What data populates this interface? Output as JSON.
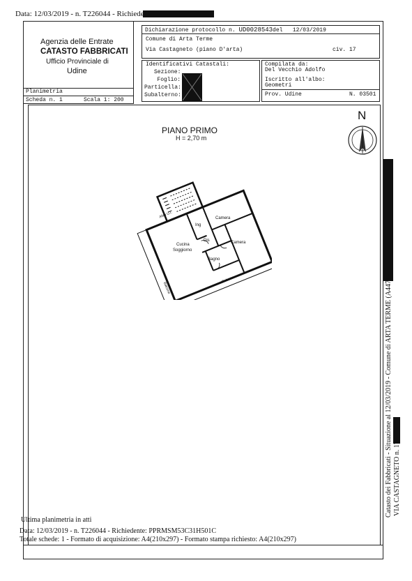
{
  "header": {
    "top_line": "Data: 12/03/2019 - n. T226044 - Richiedente:"
  },
  "agency": {
    "line1": "Agenzia delle Entrate",
    "line2": "CATASTO FABBRICATI",
    "line3": "Ufficio Provinciale di",
    "line4": "Udine"
  },
  "declaration": {
    "protocol_label": "Dichiarazione protocollo n.",
    "protocol_number": "UD0028543",
    "protocol_del": "del",
    "protocol_date": "12/03/2019",
    "comune": "Comune di Arta Terme",
    "address": "Via Castagneto (piano D'arta)",
    "civ": "civ. 17"
  },
  "identifiers": {
    "title": "Identificativi Catastali:",
    "sezione": "Sezione:",
    "foglio": "Foglio:",
    "particella": "Particella:",
    "subalterno": "Subalterno:"
  },
  "compiled": {
    "label": "Compilata da:",
    "name": "Del Vecchio Adolfo",
    "iscritto": "Iscritto all'albo:",
    "albo": "Geometri",
    "prov": "Prov. Udine",
    "numero": "N. 03501"
  },
  "planimetria": {
    "label": "Planimetria",
    "scheda": "Scheda n. 1",
    "scala": "Scala 1: 200"
  },
  "plan": {
    "north": "N",
    "title": "PIANO PRIMO",
    "height": "H = 2,70 m",
    "rooms": {
      "camera1": "Camera",
      "ing": "Ing",
      "dis": "Dis",
      "camera2": "Camera",
      "cucina": "Cucina",
      "soggiorno": "Soggiorno",
      "bagno": "Bagno",
      "altra_ui": "Altra U.I.",
      "balcone1": "Balcone",
      "balcone2": "Balcone"
    }
  },
  "footer": {
    "ultima": "Ultima planimetria in atti",
    "line1": "Data: 12/03/2019 - n. T226044 - Richiedente: PPRMSM53C31H501C",
    "line2": "Totale schede: 1 - Formato di acquisizione: A4(210x297) - Formato stampa richiesto: A4(210x297)"
  },
  "side": {
    "vertical1": "Catasto dei Fabbricati - Situazione al 12/03/2019 - Comune di ARTA TERME (A447) -",
    "vertical2": "VIA CASTAGNETO n. 17"
  }
}
